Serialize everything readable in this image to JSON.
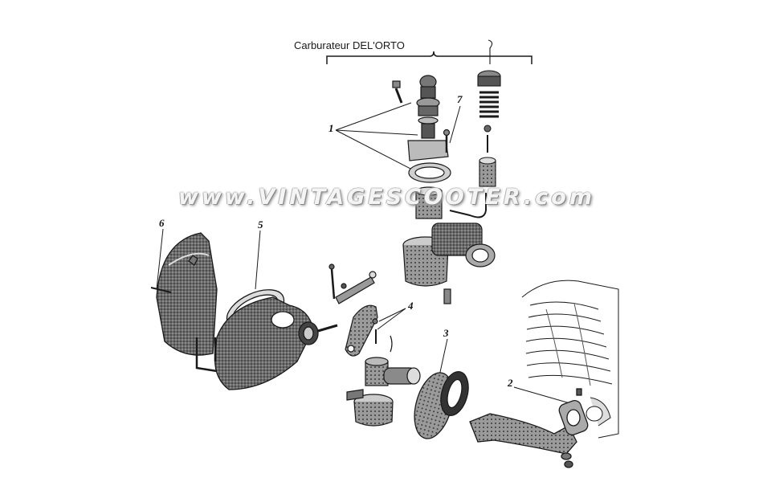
{
  "diagram": {
    "title": "Carburateur DEL'ORTO",
    "watermark": "www.VINTAGESCOOTER.com",
    "labels": [
      {
        "id": "1",
        "text": "1"
      },
      {
        "id": "2",
        "text": "2"
      },
      {
        "id": "3",
        "text": "3"
      },
      {
        "id": "4",
        "text": "4"
      },
      {
        "id": "5",
        "text": "5"
      },
      {
        "id": "6",
        "text": "6"
      },
      {
        "id": "7",
        "text": "7"
      }
    ]
  },
  "colors": {
    "ink": "#1a1a1a",
    "shade": "#555555",
    "paper": "#ffffff"
  }
}
